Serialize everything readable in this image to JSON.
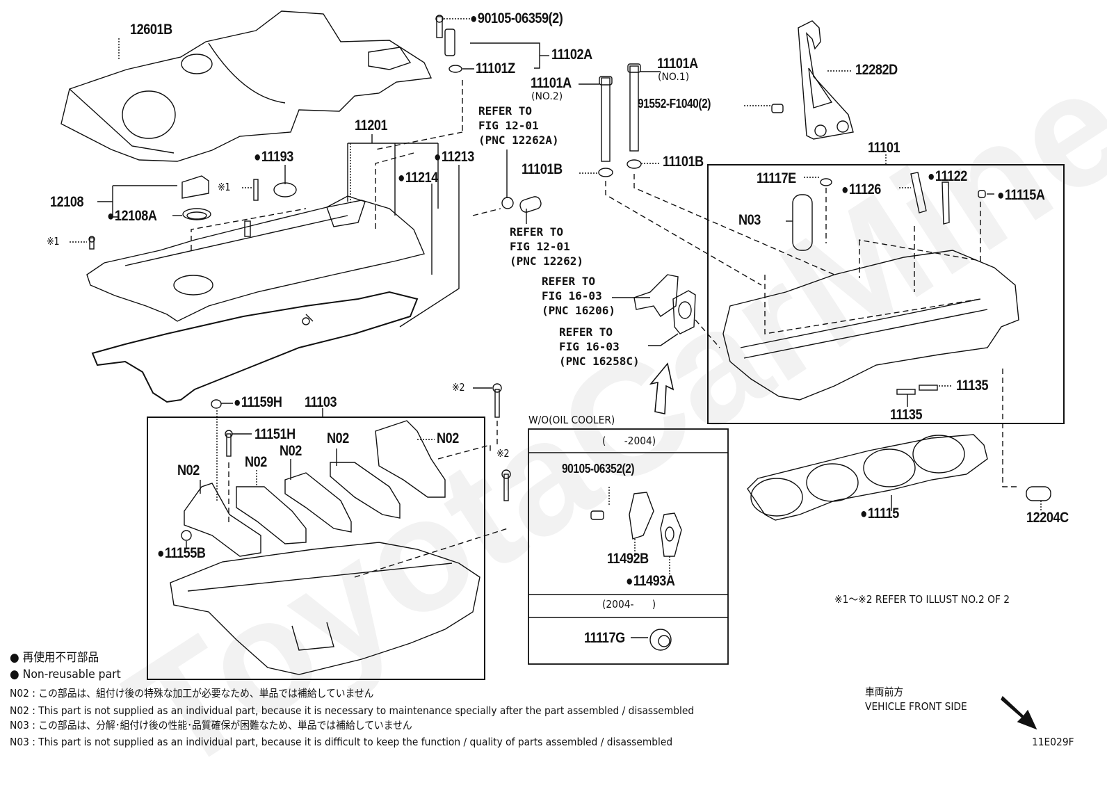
{
  "watermark": "ToyotaCarMine.ru",
  "figure_code": "11E029F",
  "legend": {
    "non_reusable_jp": "再使用不可部品",
    "non_reusable_en": "Non-reusable part",
    "notes": [
      "N02 : この部品は、組付け後の特殊な加工が必要なため、単品では補給していません",
      "N02 : This part is not supplied as an individual part, because it is necessary to maintenance specially after the part assembled / disassembled",
      "N03 : この部品は、分解･組付け後の性能･品質確保が困難なため、単品では補給していません",
      "N03 : This part is not supplied as an individual part, because it is difficult to keep the function / quality of parts  assembled / disassembled"
    ],
    "refer_note": "※1～※2  REFER TO ILLUST NO.2 OF 2",
    "vehicle_front_jp": "車両前方",
    "vehicle_front_en": "VEHICLE FRONT SIDE"
  },
  "parts": {
    "p12601B": "12601B",
    "p90105_06359": "90105-06359(2)",
    "p11102A": "11102A",
    "p11101Z": "11101Z",
    "p11101A_no1": "11101A",
    "p11101A_no1_sub": "(NO.1)",
    "p11101A_no2": "11101A",
    "p11101A_no2_sub": "(NO.2)",
    "p91552": "91552-F1040(2)",
    "p12282D": "12282D",
    "p11201": "11201",
    "p11193": "11193",
    "p11213": "11213",
    "p11214": "11214",
    "p12108": "12108",
    "p12108A": "12108A",
    "mark1_a": "※1",
    "mark1_b": "※1",
    "p11101B_left": "11101B",
    "p11101B_right": "11101B",
    "p11101": "11101",
    "p11117E": "11117E",
    "p11126": "11126",
    "p11122": "11122",
    "p11115A": "11115A",
    "pN03": "N03",
    "p11135_a": "11135",
    "p11135_b": "11135",
    "p11115": "11115",
    "p12204C": "12204C",
    "p11159H": "11159H",
    "p11103": "11103",
    "p11151H": "11151H",
    "pN02_a": "N02",
    "pN02_b": "N02",
    "pN02_c": "N02",
    "pN02_d": "N02",
    "pN02_e": "N02",
    "p11155B": "11155B",
    "mark2_a": "※2",
    "mark2_b": "※2"
  },
  "refer_to": {
    "r12262A": "REFER TO\nFIG 12-01\n(PNC 12262A)",
    "r12262": "REFER TO\nFIG 12-01\n(PNC 12262)",
    "r16206": "REFER TO\nFIG 16-03\n(PNC 16206)",
    "r16258C": "REFER TO\nFIG 16-03\n(PNC 16258C)"
  },
  "oil_cooler_box": {
    "title": "W/O(OIL COOLER)",
    "period_1": "(      -2004)",
    "period_2": "(2004-      )",
    "p90105_06352": "90105-06352(2)",
    "p11492B": "11492B",
    "p11493A": "11493A",
    "p11117G": "11117G"
  }
}
